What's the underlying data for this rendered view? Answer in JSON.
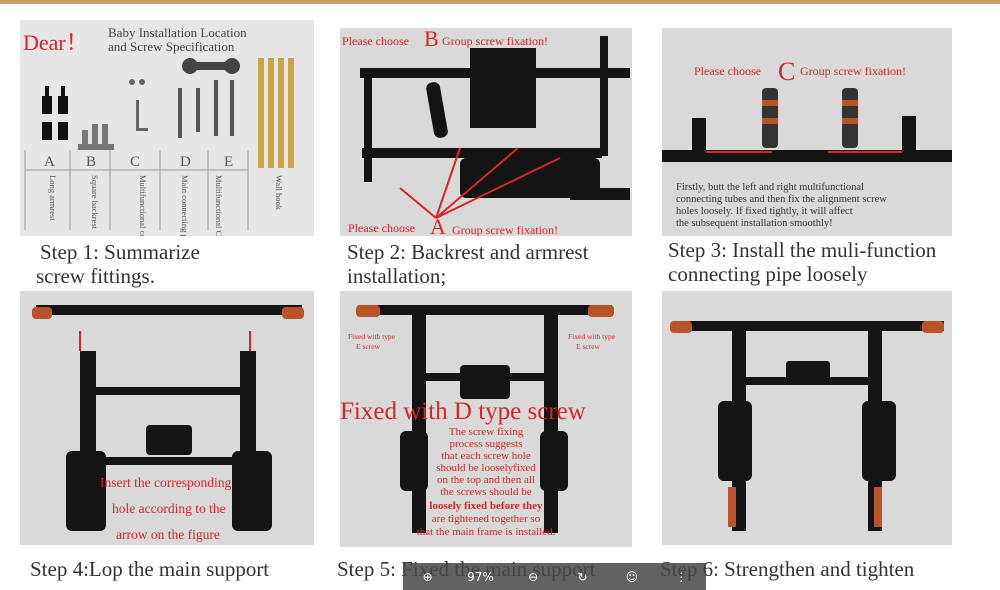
{
  "panel1": {
    "dear": "Dear！",
    "heading_line1": "Baby Installation Location",
    "heading_line2": "and Screw Specification",
    "letters": [
      "A",
      "B",
      "C",
      "D",
      "E"
    ],
    "labels": [
      "Long armrest",
      "Square backrest",
      "Multifunctional connecting pipe",
      "Main connecting pipe",
      "Multifunctional Connecting Pipe and Main Frame",
      "Wall hook"
    ]
  },
  "panel2": {
    "top_pre": "Please choose",
    "top_letter": "B",
    "top_post": "Group screw fixation!",
    "bottom_pre": "Please choose",
    "bottom_letter": "A",
    "bottom_post": "Group screw fixation!"
  },
  "panel3": {
    "top_pre": "Please choose",
    "top_letter": "C",
    "top_post": "Group screw fixation!",
    "note_l1": "Firstly, butt the left and right multifunctional",
    "note_l2": "connecting tubes and then fix the alignment screw",
    "note_l3": "holes loosely. If fixed tightly, it will affect",
    "note_l4": "the subsequent installation smoothly!"
  },
  "panel4": {
    "l1": "Insert the corresponding",
    "l2": "hole according to the",
    "l3": "arrow on the figure"
  },
  "panel5": {
    "left_l1": "Fixed with type",
    "left_l2": "E screw",
    "right_l1": "Fixed with type",
    "right_l2": "E screw",
    "big": "Fixed with D type screw",
    "p1": "The screw fixing",
    "p2": "process suggests",
    "p3": "that each screw hole",
    "p4": "should be looselyfixed",
    "p5": "on the top and then all",
    "p6": "the screws should be",
    "p7": "loosely fixed before they",
    "p8": "are tightened together so",
    "p9": "that the main frame is installed."
  },
  "captions": {
    "s1_l1": "Step 1:  Summarize",
    "s1_l2": "screw fittings.",
    "s2_l1": "Step 2: Backrest and armrest",
    "s2_l2": "installation;",
    "s3_l1": "Step 3: Install the muli-function",
    "s3_l2": "connecting pipe loosely",
    "s4": "Step 4:Lop  the main support",
    "s5": "Step 5: Fixed the main support",
    "s6": "Step 6: Strengthen and tighten"
  },
  "viewer": {
    "zoom_in": "⊕",
    "zoom": "97%",
    "zoom_out": "⊖",
    "rotate": "↻",
    "face": "☺",
    "more": "⋮"
  },
  "colors": {
    "accent_red": "#d8242a",
    "panel_bg": "#d9d9d9",
    "frame_black": "#141414",
    "top_border": "#c9a063"
  }
}
